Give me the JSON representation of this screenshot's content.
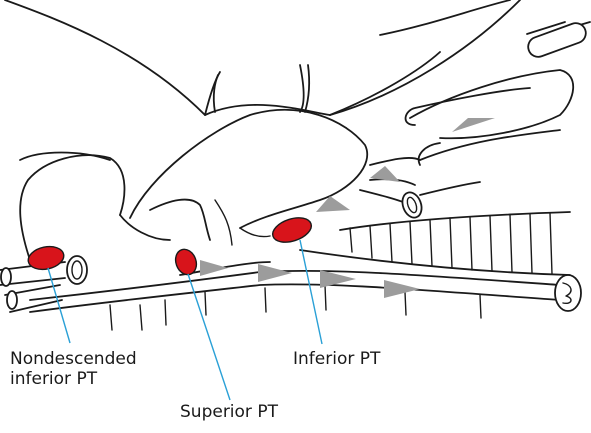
{
  "labels": {
    "nondescended_line1": "Nondescended",
    "nondescended_line2": "inferior PT",
    "inferior": "Inferior PT",
    "superior": "Superior PT"
  },
  "colors": {
    "parathyroid": "#d8141b",
    "leader_line": "#2aa0d6",
    "migration_arrow": "#9c9c9c",
    "outline": "#1a1a1a"
  },
  "icons": {
    "migration": "triangle-arrow"
  }
}
